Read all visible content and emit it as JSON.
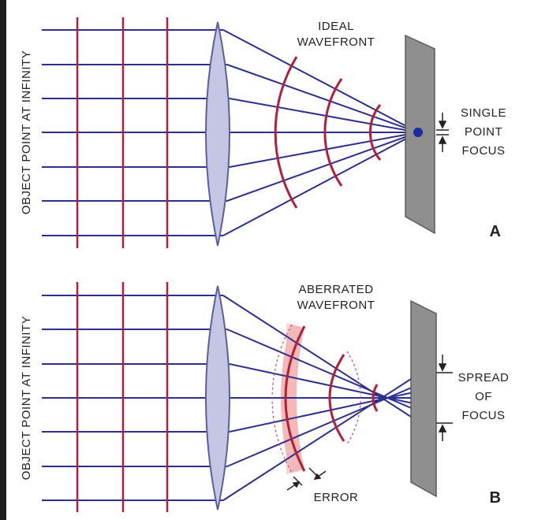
{
  "colors": {
    "ray": "#2b2f8f",
    "wavefront": "#b21f3a",
    "lens_fill": "#c4c6e4",
    "lens_stroke": "#5a5f9e",
    "screen_fill": "#8f8f8f",
    "screen_stroke": "#5a5a5a",
    "error_fill": "#f3b8b8",
    "dot": "#1e2aa0",
    "text": "#222222"
  },
  "panel_a": {
    "side_label": "OBJECT POINT AT INFINITY",
    "wavefront_label_1": "IDEAL",
    "wavefront_label_2": "WAVEFRONT",
    "focus_label_1": "SINGLE",
    "focus_label_2": "POINT",
    "focus_label_3": "FOCUS",
    "letter": "A"
  },
  "panel_b": {
    "side_label": "OBJECT POINT AT INFINITY",
    "wavefront_label_1": "ABERRATED",
    "wavefront_label_2": "WAVEFRONT",
    "focus_label_1": "SPREAD",
    "focus_label_2": "OF",
    "focus_label_3": "FOCUS",
    "error_label": "ERROR",
    "letter": "B"
  }
}
